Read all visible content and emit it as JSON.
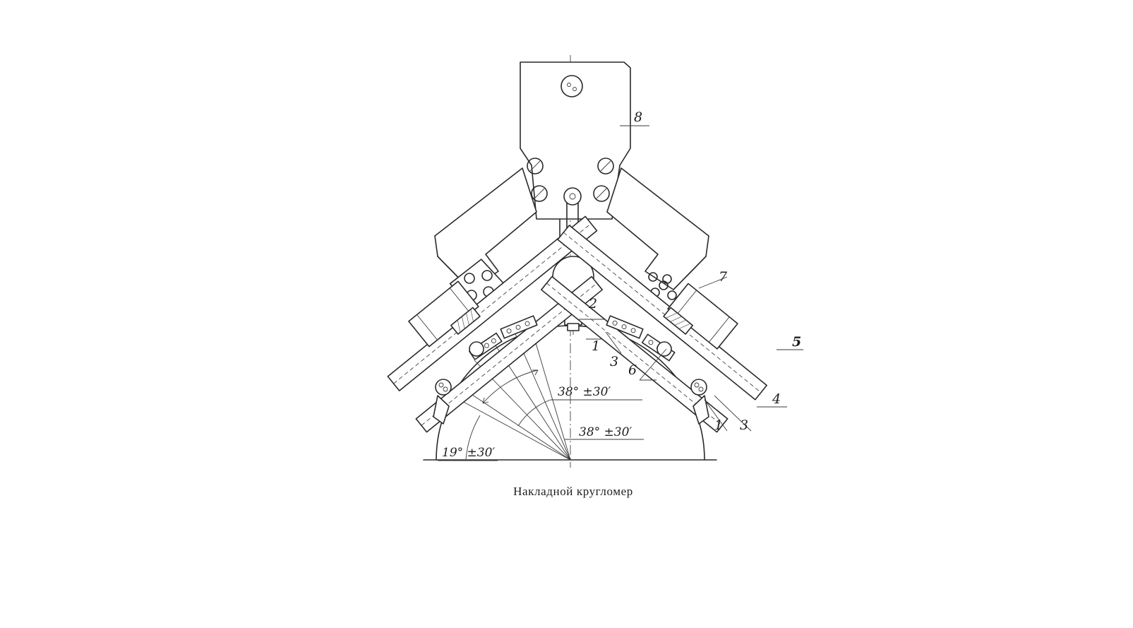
{
  "diagram": {
    "caption": "Накладной кругломер",
    "part_labels": {
      "body": "8",
      "clamp": "7",
      "rail_outer": "5",
      "rail_inner": "4",
      "support_right": "6",
      "probe": "2",
      "pad_a": "1",
      "pad_b": "3",
      "pad_c": "1",
      "pad_d": "3"
    },
    "dimensions": {
      "angle_upper": "38° ±30′",
      "angle_lower": "38° ±30′",
      "angle_side": "19° ±30′"
    }
  }
}
